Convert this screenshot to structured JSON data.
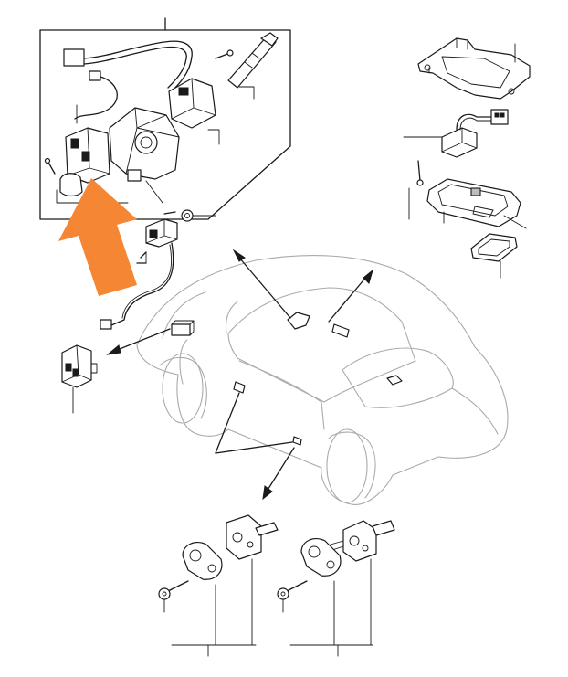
{
  "colors": {
    "highlight_arrow": "#F58634",
    "linework": "#1a1a1a",
    "car_outline": "#aaaaaa",
    "background": "#ffffff"
  },
  "highlight": {
    "shape": "arrow",
    "direction": "up-left",
    "points_to": "combination-switch-assembly"
  },
  "groups": [
    {
      "id": "combination-switch-assembly",
      "boxed": true
    },
    {
      "id": "interior-light-assembly",
      "boxed": false
    },
    {
      "id": "relay-connector",
      "boxed": false
    },
    {
      "id": "door-switch-set-left",
      "boxed": false
    },
    {
      "id": "door-switch-set-right",
      "boxed": false
    }
  ]
}
